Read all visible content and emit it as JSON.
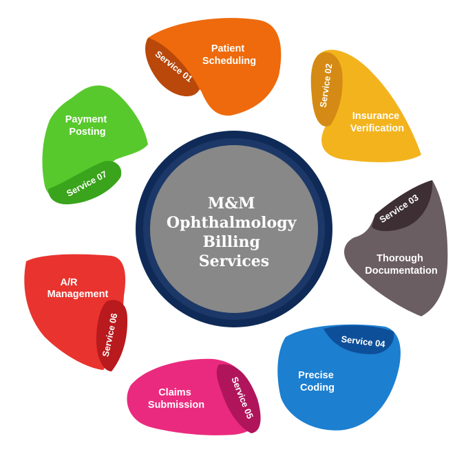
{
  "center": {
    "lines": [
      "M&M",
      "Ophthalmology",
      "Billing",
      "Services"
    ],
    "ring_color": "#0f2a57",
    "fill_color": "#888888"
  },
  "services": [
    {
      "tag": "Service 01",
      "title_lines": [
        "Patient",
        "Scheduling"
      ],
      "color": "#ee6a0c",
      "dark": "#b9480a"
    },
    {
      "tag": "Service 02",
      "title_lines": [
        "Insurance",
        "Verification"
      ],
      "color": "#f2b31d",
      "dark": "#d48a14"
    },
    {
      "tag": "Service 03",
      "title_lines": [
        "Thorough",
        "Documentation"
      ],
      "color": "#6b5e62",
      "dark": "#3d2f34"
    },
    {
      "tag": "Service 04",
      "title_lines": [
        "Precise",
        "Coding"
      ],
      "color": "#1c7fd0",
      "dark": "#0e4f9a"
    },
    {
      "tag": "Service 05",
      "title_lines": [
        "Claims",
        "Submission"
      ],
      "color": "#ea2a7e",
      "dark": "#b0155c"
    },
    {
      "tag": "Service 06",
      "title_lines": [
        "A/R",
        "Management"
      ],
      "color": "#e9332e",
      "dark": "#b81a1d"
    },
    {
      "tag": "Service 07",
      "title_lines": [
        "Payment",
        "Posting"
      ],
      "color": "#58c92c",
      "dark": "#39a41c"
    }
  ]
}
